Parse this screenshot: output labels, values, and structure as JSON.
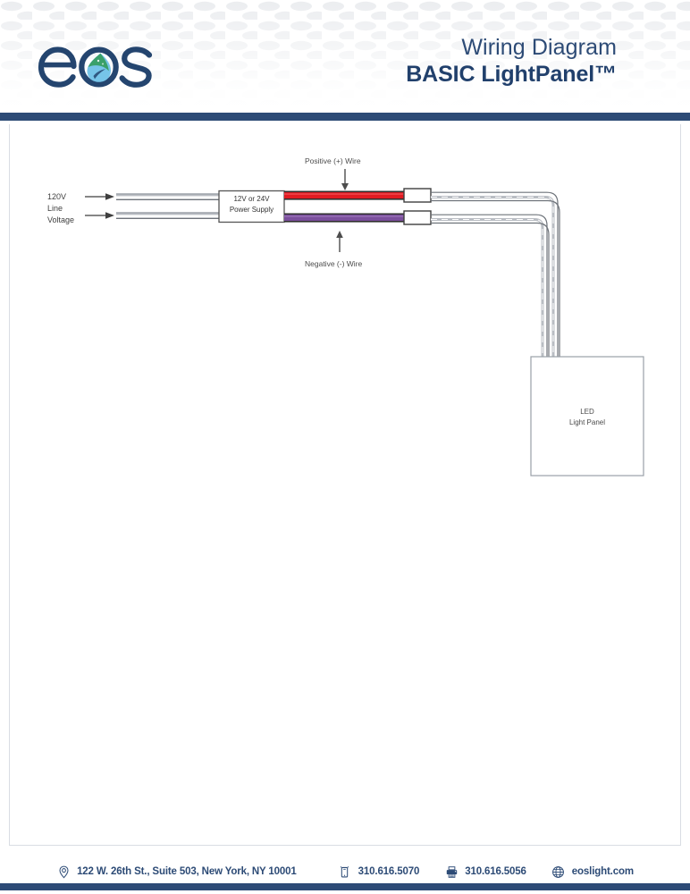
{
  "header": {
    "logo_text": "eos",
    "logo_icon": "water-drop-logo-icon",
    "title_line1": "Wiring Diagram",
    "title_line2": "BASIC LightPanel™",
    "rule_color": "#2d4b76",
    "title_color": "#2d4b76"
  },
  "diagram": {
    "input_label": "120V\nLine\nVoltage",
    "input_label_l1": "120V",
    "input_label_l2": "Line",
    "input_label_l3": "Voltage",
    "power_supply_l1": "12V or 24V",
    "power_supply_l2": "Power Supply",
    "positive_wire_label": "Positive (+) Wire",
    "negative_wire_label": "Negative (-) Wire",
    "panel_l1": "LED",
    "panel_l2": "Light Panel",
    "positive_wire_color": "#e11b22",
    "negative_wire_color": "#7b4f9d",
    "lead_wire_color": "#9aa0a8",
    "line_voltage_wire_color": "#8d939b",
    "connector_fill": "#ffffff",
    "connector_stroke": "#4a4a4a",
    "box_stroke": "#555555",
    "panel_stroke": "#9aa0a8"
  },
  "footer": {
    "address_icon": "location-pin-icon",
    "address": "122 W. 26th St., Suite 503, New York, NY 10001",
    "phone_icon": "mobile-phone-icon",
    "phone": "310.616.5070",
    "fax_icon": "fax-machine-icon",
    "fax": "310.616.5056",
    "website_icon": "globe-icon",
    "website": "eoslight.com",
    "rule_color": "#2d4b76",
    "text_color": "#2d4b76"
  }
}
